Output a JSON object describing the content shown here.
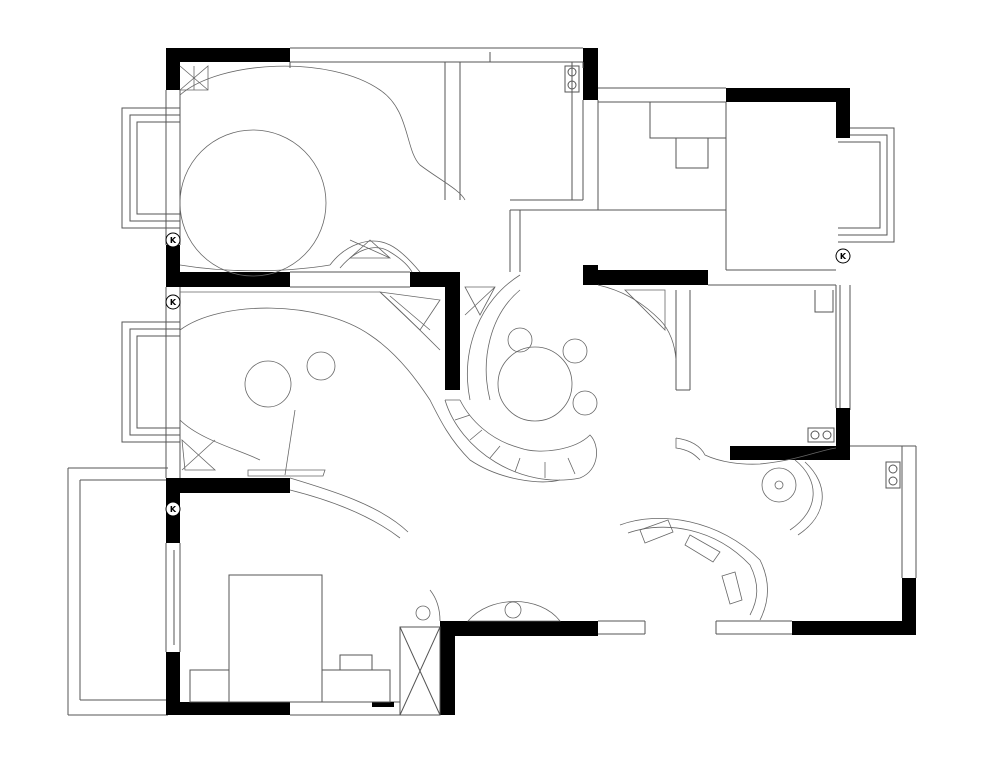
{
  "plan": {
    "wall_color": "#000000",
    "line_color": "#555555",
    "background": "#ffffff"
  },
  "marks": {
    "k1": "K",
    "k2": "K",
    "k3": "K",
    "k4": "K"
  }
}
